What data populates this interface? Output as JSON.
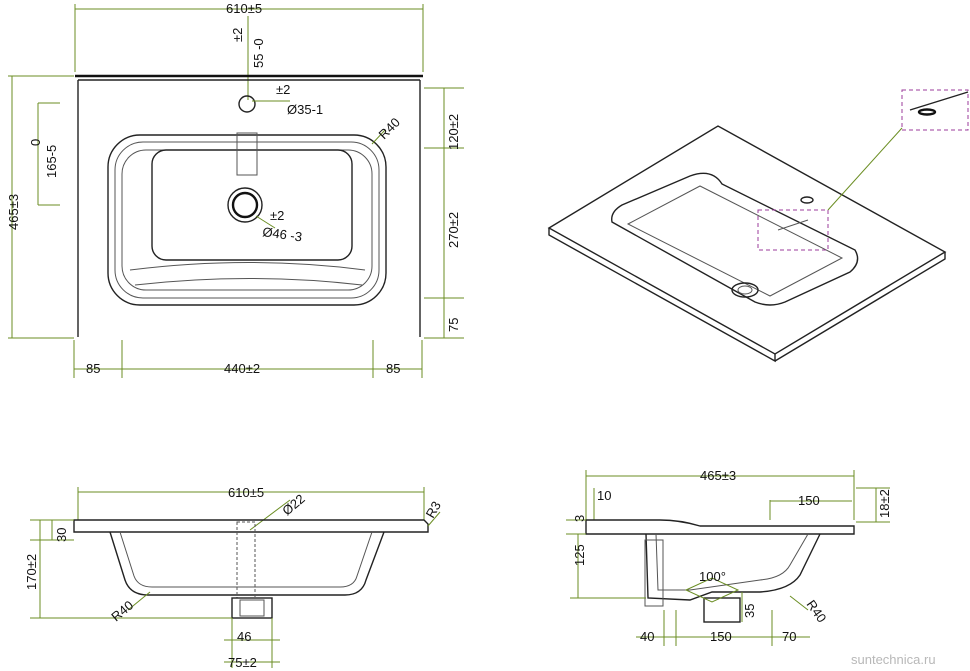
{
  "top_view": {
    "width_total": "610±5",
    "hole_offset_tol": "±2",
    "hole_offset": "55 -0",
    "hole_dia_tol": "±2",
    "hole_dia": "Ø35-1",
    "left_tol_a": "0",
    "left_tol_b": "165-5",
    "depth_total": "465±3",
    "bowl_radius": "R40",
    "drain_tol": "±2",
    "drain_dia": "Ø46 -3",
    "right_top": "120±2",
    "right_mid": "270±2",
    "right_bot": "75",
    "bottom_left": "85",
    "bottom_mid": "440±2",
    "bottom_right": "85"
  },
  "front_view": {
    "width_total": "610±5",
    "pipe_dia": "Ø22",
    "edge_radius": "R3",
    "rim_height": "30",
    "total_height": "170±2",
    "bowl_radius": "R40",
    "drain_width": "46",
    "drain_tol": "75±2"
  },
  "side_view": {
    "depth_total": "465±3",
    "rim_offset": "10",
    "edge_thk": "3",
    "hole_offset": "150",
    "rim_height": "18±2",
    "bowl_depth": "125",
    "angle": "100°",
    "drain_height": "35",
    "bowl_radius": "R40",
    "bottom_left": "40",
    "bottom_mid": "150",
    "bottom_right": "70"
  },
  "watermark": "suntechnica.ru"
}
